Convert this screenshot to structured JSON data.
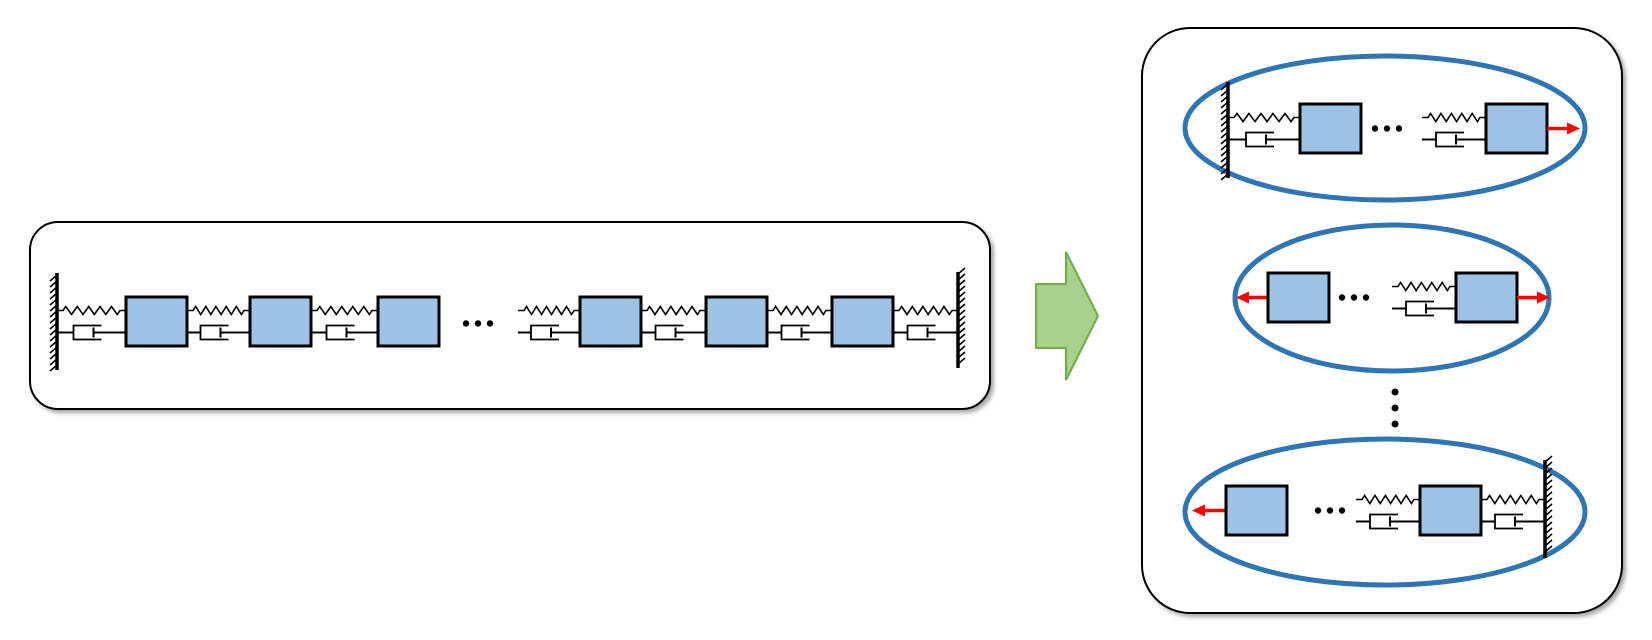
{
  "diagram": {
    "colors": {
      "mass_fill": "#9dc3e6",
      "mass_stroke": "#000000",
      "ellipse_stroke": "#2e75b6",
      "force_arrow": "#ff0000",
      "transition_arrow_fill": "#a9d18e",
      "transition_arrow_stroke": "#70ad47",
      "panel_stroke": "#000000"
    },
    "left_panel": {
      "description_icon": "mass-spring-damper-chain",
      "visible_masses_before_ellipsis": 3,
      "visible_masses_after_ellipsis": 3,
      "ends": [
        "fixed-wall",
        "fixed-wall"
      ]
    },
    "transition": {
      "icon": "right-arrow-icon"
    },
    "right_panel": {
      "subsystems": [
        {
          "left_end": "fixed-wall",
          "right_end": "force-arrow-right"
        },
        {
          "left_end": "force-arrow-left",
          "right_end": "force-arrow-right"
        },
        {
          "left_end": "force-arrow-left",
          "right_end": "fixed-wall"
        }
      ],
      "vertical_ellipsis": true
    }
  }
}
